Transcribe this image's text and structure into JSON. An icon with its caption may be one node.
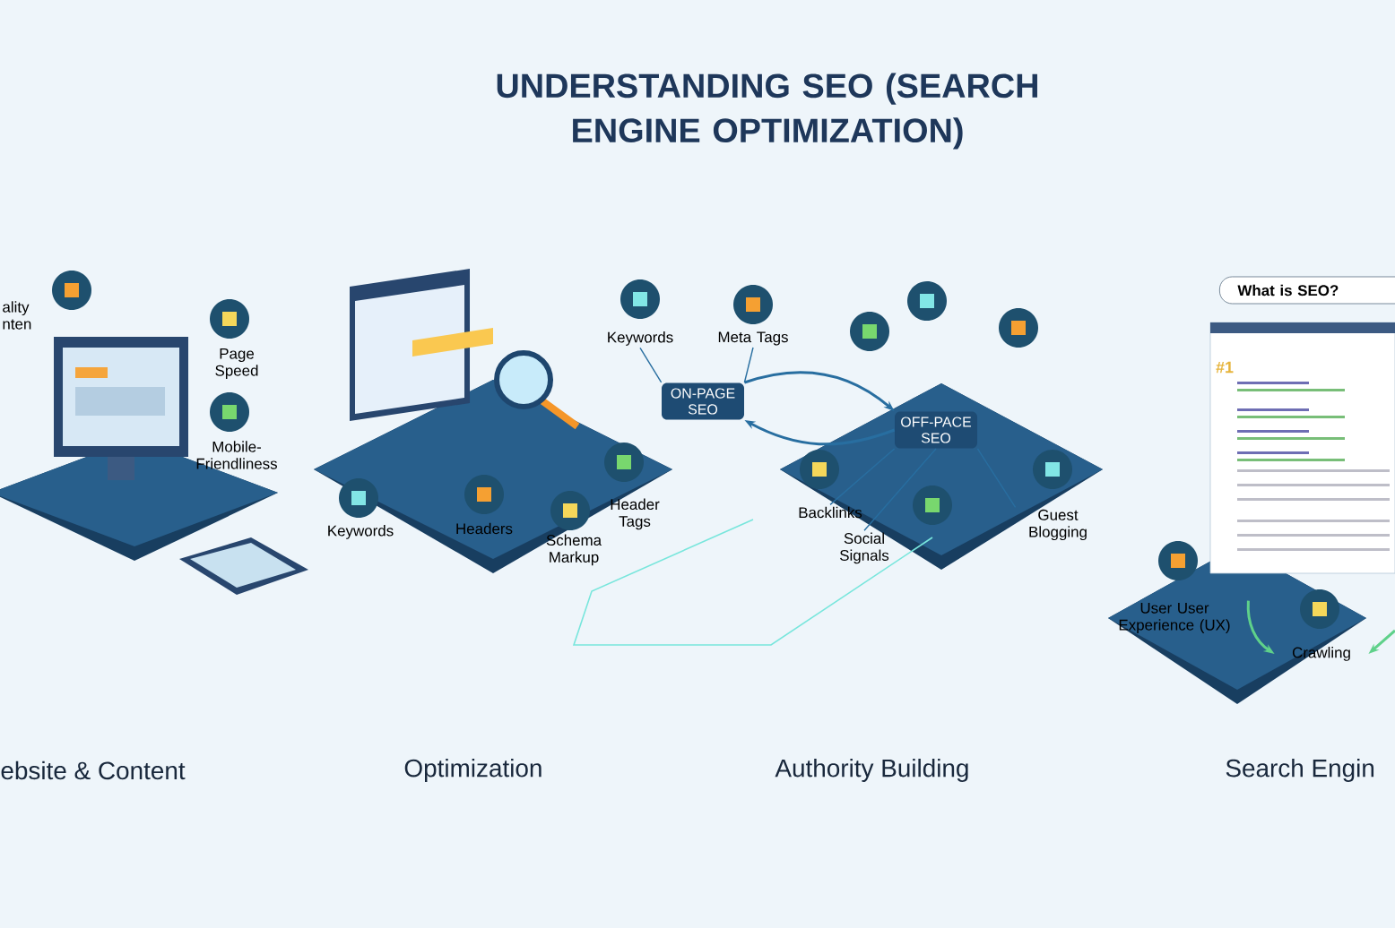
{
  "diagram": {
    "title": "UNDERSTANDING SEO (SEARCH ENGINE OPTIMIZATION)",
    "nodes": [
      {
        "text": [
          "ality nten"
        ]
      },
      {
        "text": [
          "Page Speed"
        ]
      },
      {
        "text": [
          "Mobile-Friendliness"
        ]
      },
      {
        "text": [
          "Keywords"
        ]
      },
      {
        "text": [
          "Headers"
        ]
      },
      {
        "text": [
          "Schema Markup"
        ]
      },
      {
        "text": [
          "Header Tags"
        ]
      },
      {
        "text": [
          "Keywords"
        ]
      },
      {
        "text": [
          "Meta Tags"
        ]
      },
      {
        "text": [
          "ON-PAGE SEO"
        ]
      },
      {
        "text": [
          "OFF-PACE SEO"
        ]
      },
      {
        "text": [
          "Backlinks"
        ]
      },
      {
        "text": [
          "Social Signals"
        ]
      },
      {
        "text": [
          "Guest Blogging"
        ]
      },
      {
        "text": [
          "User User Experience (UX)"
        ]
      },
      {
        "text": [
          "Crawling"
        ]
      },
      {
        "text": [
          "What is SEO?"
        ]
      }
    ],
    "edges": [
      {
        "from": 7,
        "to": 9,
        "arrow": "none"
      },
      {
        "from": 8,
        "to": 9,
        "arrow": "none"
      },
      {
        "from": 9,
        "to": 10,
        "arrow": "to"
      },
      {
        "from": 10,
        "to": 9,
        "arrow": "to"
      },
      {
        "from": 10,
        "to": 11,
        "arrow": "none"
      },
      {
        "from": 10,
        "to": 12,
        "arrow": "none"
      },
      {
        "from": 10,
        "to": 13,
        "arrow": "none"
      },
      {
        "from": 14,
        "to": 15,
        "arrow": "to",
        "color": "#5fd18a"
      },
      {
        "from": null,
        "to": 15,
        "arrow": "to",
        "color": "#5fd18a"
      }
    ],
    "labels": [
      "#1",
      "ebsite & Content",
      "Optimization",
      "Authority Building",
      "Search Engin"
    ]
  }
}
